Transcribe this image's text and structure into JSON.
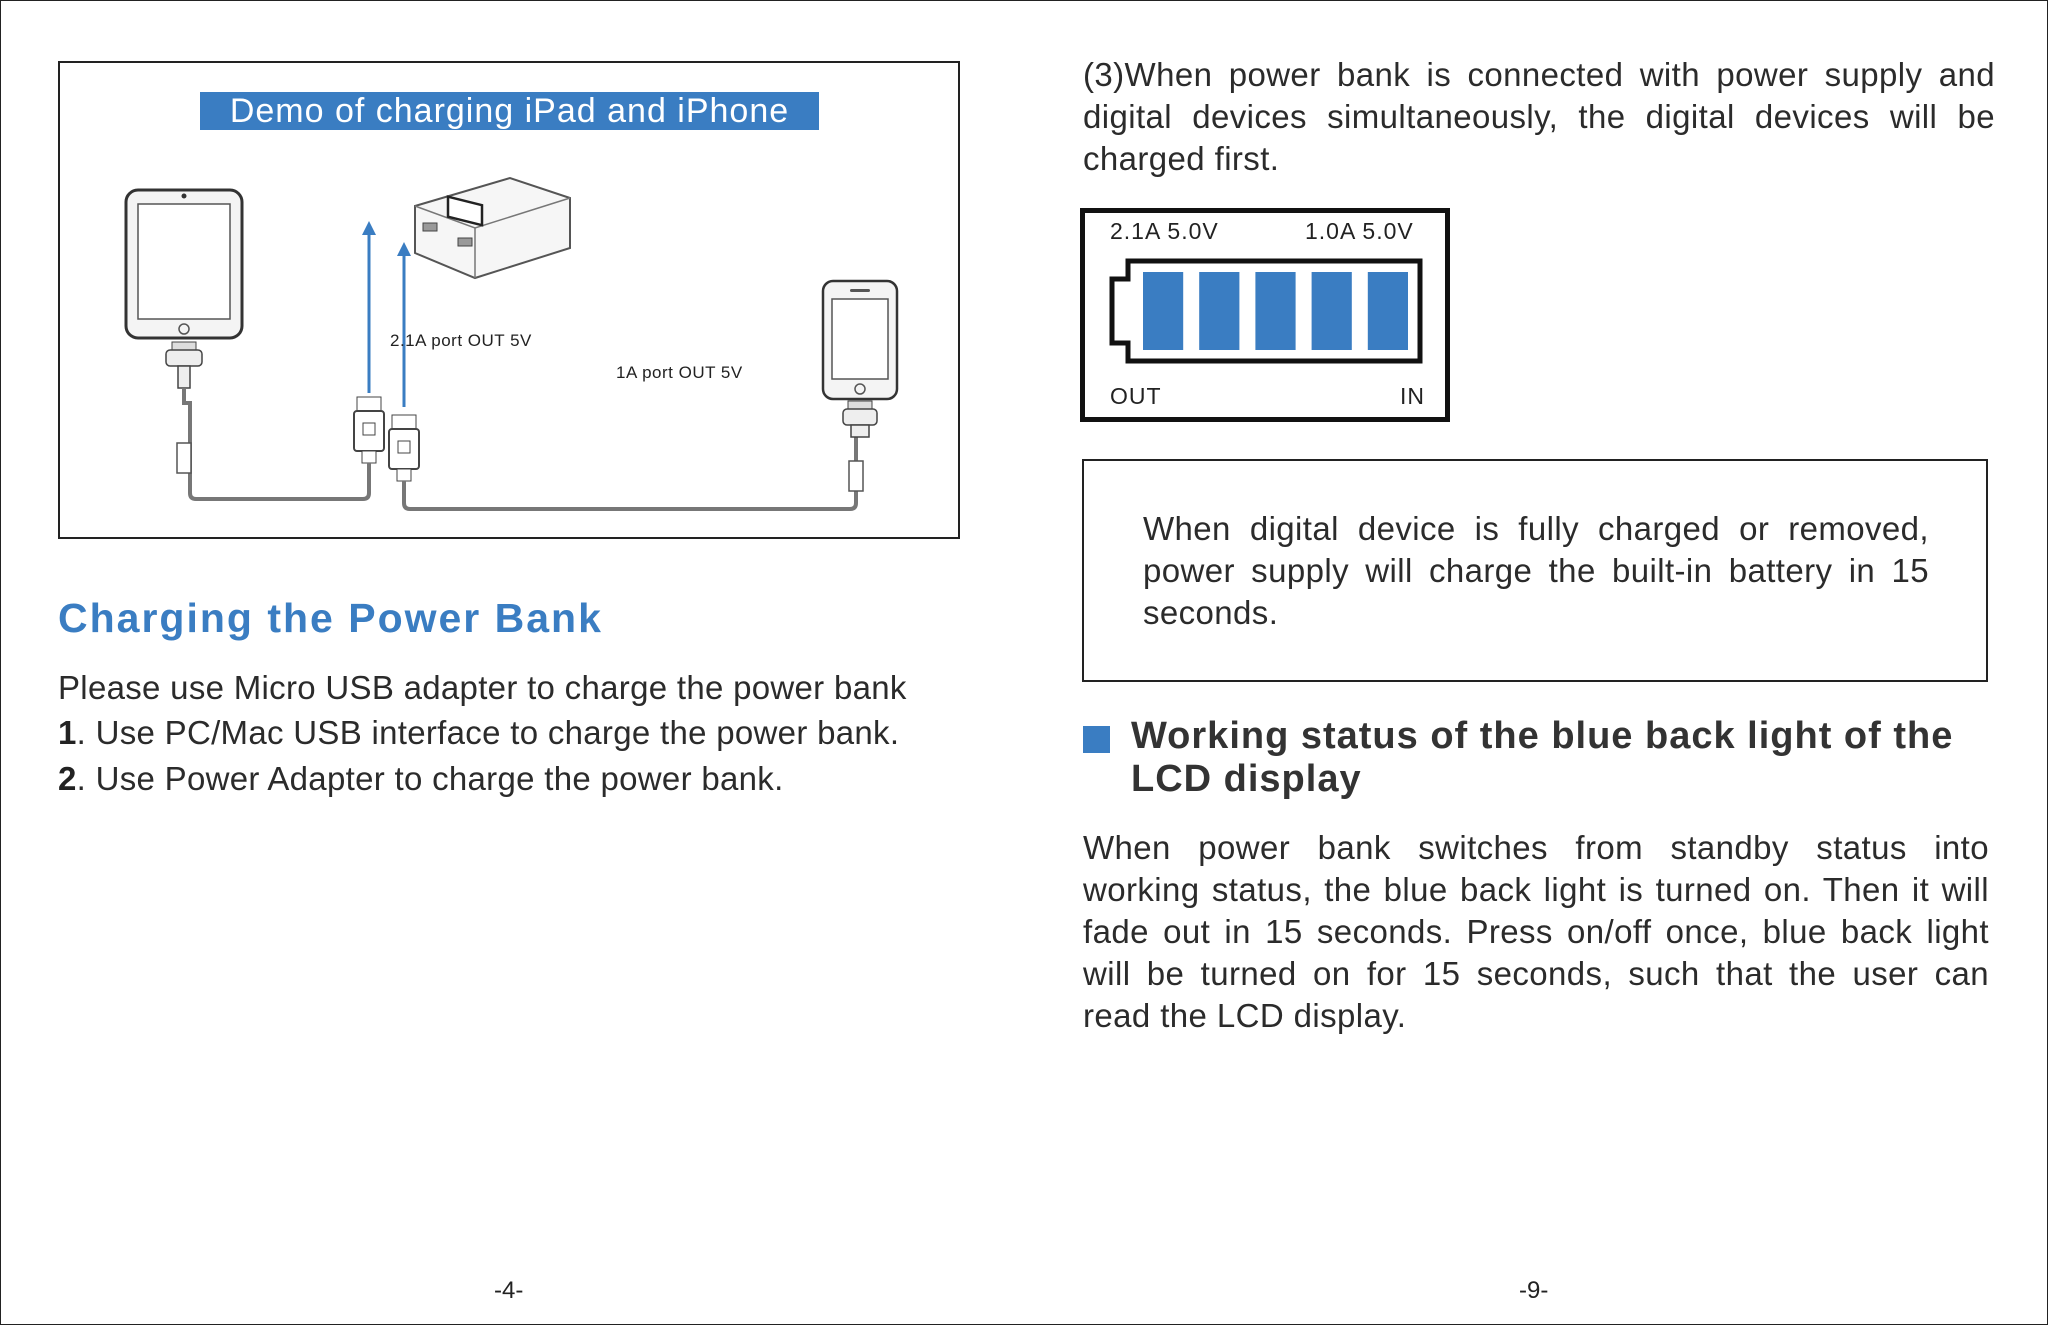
{
  "left_page": {
    "demo_banner": "Demo of charging iPad and iPhone",
    "port_label_2a": "2.1A port OUT 5V",
    "port_label_1a": "1A port OUT 5V",
    "section_title": "Charging the Power Bank",
    "intro": "Please use Micro USB adapter to charge the power bank",
    "steps": [
      {
        "num": "1",
        "text": ". Use PC/Mac USB interface to charge the power bank."
      },
      {
        "num": "2",
        "text": ". Use Power Adapter to charge the power bank."
      }
    ],
    "page_number": "-4-"
  },
  "right_page": {
    "para3": "(3)When power bank is connected with power supply and digital devices simultaneously, the digital devices will be charged first.",
    "lcd": {
      "out_left_reading": "2.1A  5.0V",
      "out_right_reading": "1.0A  5.0V",
      "label_out": "OUT",
      "label_in": "IN",
      "battery_segments": 5,
      "segment_color": "#3a7dc2"
    },
    "notice": "When digital device is fully charged or removed, power supply will charge the built-in battery in 15 seconds.",
    "status_heading": "Working status of the blue back light of the LCD display",
    "status_para": "When power bank switches from standby status into working status, the blue back light is turned on. Then it will fade out in 15 seconds. Press on/off once, blue back light will be turned on for 15 seconds, such that the user can read the LCD display.",
    "page_number": "-9-"
  },
  "colors": {
    "accent_blue": "#3a7dc2",
    "text": "#2b2b2b"
  }
}
